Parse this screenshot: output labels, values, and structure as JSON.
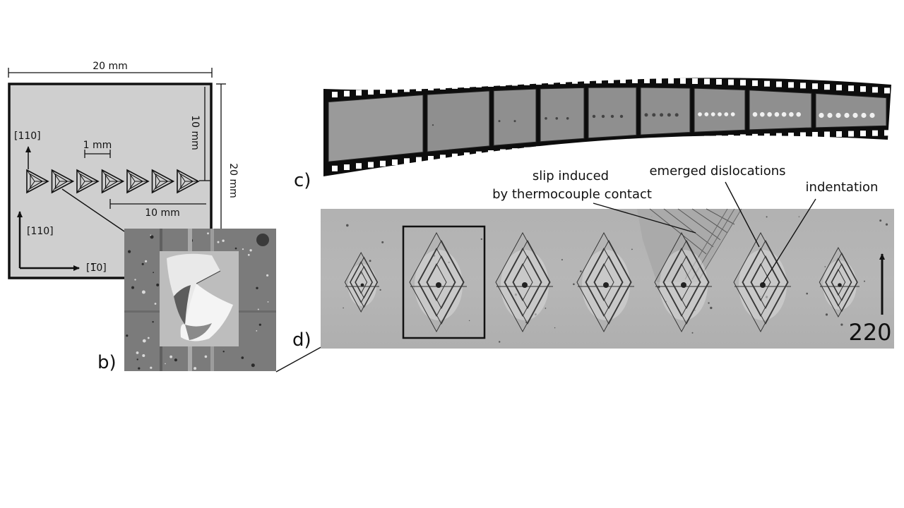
{
  "panel_a": {
    "dim_width": "20 mm",
    "dim_height": "20 mm",
    "dim_10mm_vertical": "10 mm",
    "dim_10mm_horizontal": "10 mm",
    "dim_1mm": "1 mm",
    "dir_110_top": "[110]",
    "dir_110_bottom": "[110]",
    "dir_1m10": "[1̅0]",
    "indent_count": 7
  },
  "panel_b": {
    "label": "b)"
  },
  "panel_c": {
    "label": "c)",
    "frame_count": 9
  },
  "panel_d": {
    "label": "d)",
    "annotation_slip_line1": "slip induced",
    "annotation_slip_line2": "by thermocouple contact",
    "annotation_dislocations": "emerged dislocations",
    "annotation_indentation": "indentation",
    "reflection": "220",
    "indent_count": 7
  }
}
